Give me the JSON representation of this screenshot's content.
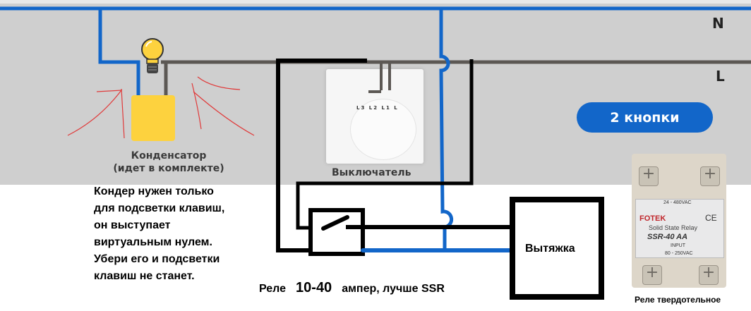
{
  "diagram": {
    "title": "Wiring diagram: 2-button touch switch controlling exhaust fan via relay",
    "lines": {
      "neutral_label": "N",
      "line_label": "L"
    },
    "capacitor": {
      "label": "Конденсатор\n(идет в комплекте)"
    },
    "switch": {
      "label": "Выключатель",
      "terminals": "L3 L2 L1 L"
    },
    "badge": {
      "label": "2 кнопки"
    },
    "note": {
      "text": "Кондер нужен только\nдля подсветки клавиш,\nон выступает\nвиртуальным нулем.\nУбери его и подсветки\nклавиш не станет."
    },
    "relay": {
      "caption_prefix": "Реле",
      "caption_range": "10-40",
      "caption_suffix": "ампер, лучше SSR"
    },
    "load": {
      "label": "Вытяжка"
    },
    "ssr_photo": {
      "brand": "FOTEK",
      "ce_mark": "CE",
      "type": "Solid State Relay",
      "model": "SSR-40 AA",
      "output_voltage": "24 - 480VAC",
      "input_label": "INPUT",
      "input_voltage": "80 - 250VAC",
      "caption": "Реле твердотельное"
    },
    "colors": {
      "neutral_wire": "#1266c9",
      "line_wire": "#5c5854",
      "added_wire": "#000000",
      "annotation": "#e03a3a",
      "capacitor": "#fdd23e",
      "badge": "#1266c9",
      "background": "#cfcfcf"
    }
  }
}
